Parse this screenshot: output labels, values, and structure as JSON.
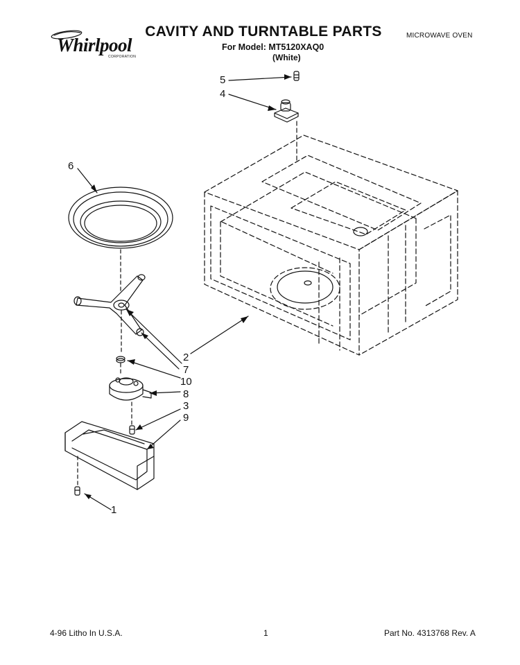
{
  "header": {
    "brand": "Whirlpool",
    "brand_sub": "CORPORATION",
    "title": "CAVITY AND TURNTABLE PARTS",
    "model_line": "For Model: MT5120XAQ0",
    "color_line": "(White)",
    "product": "MICROWAVE OVEN"
  },
  "callouts": [
    "5",
    "4",
    "6",
    "2",
    "7",
    "10",
    "8",
    "3",
    "9",
    "1"
  ],
  "footer": {
    "litho": "4-96 Litho In U.S.A.",
    "page": "1",
    "part_no": "Part No. 4313768 Rev. A"
  },
  "colors": {
    "ink": "#111111",
    "paper": "#ffffff"
  }
}
